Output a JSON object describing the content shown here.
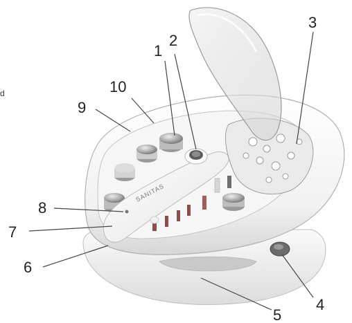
{
  "brand": "SANITAS",
  "margin_fragment": "d",
  "callouts": [
    {
      "number": "1"
    },
    {
      "number": "2"
    },
    {
      "number": "3"
    },
    {
      "number": "4"
    },
    {
      "number": "5"
    },
    {
      "number": "6"
    },
    {
      "number": "7"
    },
    {
      "number": "8"
    },
    {
      "number": "9"
    },
    {
      "number": "10"
    }
  ]
}
